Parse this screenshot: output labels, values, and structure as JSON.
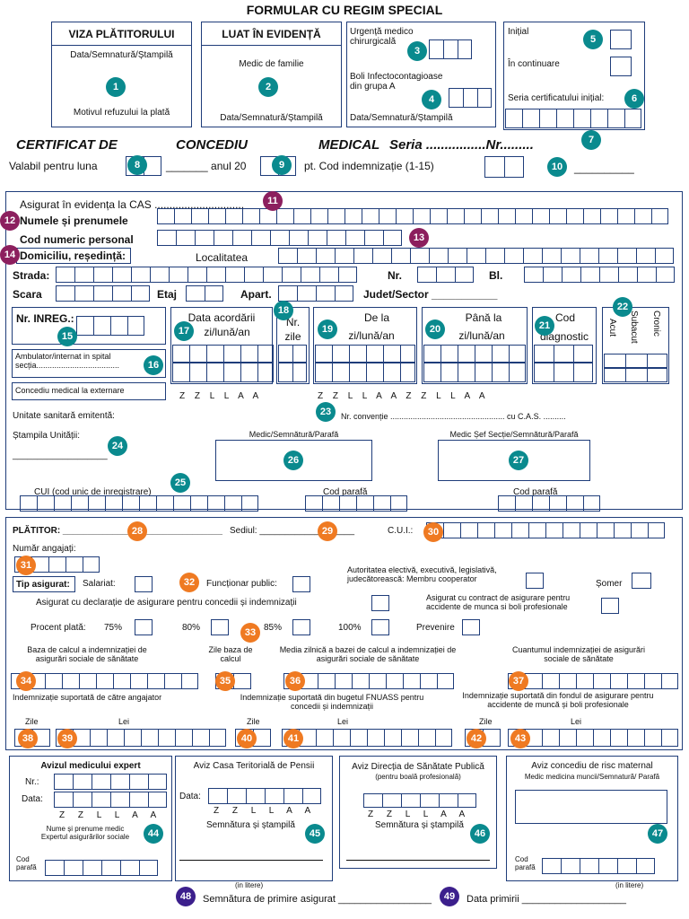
{
  "title": "FORMULAR CU REGIM SPECIAL",
  "top": {
    "viza_title": "VIZA PLĂTITORULUI",
    "viza_sig": "Data/Semnatură/Ștampilă",
    "viza_refuz": "Motivul refuzului la plată",
    "luat_title": "LUAT ÎN EVIDENȚĂ",
    "luat_medic": "Medic de familie",
    "luat_sig": "Data/Semnatură/Ștampilă",
    "urgenta": "Urgență medico chirurgicală",
    "boli": "Boli Infectocontagioase din grupa A",
    "urg_sig": "Data/Semnatură/Ștampilă",
    "initial": "Inițial",
    "continuare": "În continuare",
    "seria_init": "Seria certificatului inițial:"
  },
  "cert": {
    "w1": "CERTIFICAT DE",
    "w2": "CONCEDIU",
    "w3": "MEDICAL",
    "seria": "Seria ................Nr.........",
    "valabil": "Valabil pentru luna",
    "anul": "_______ anul 20",
    "cod_ind": "pt. Cod indemnizație (1-15)",
    "line10": "__________"
  },
  "asig": {
    "cas": "Asigurat  în evidența la CAS ..............................",
    "nume": "Numele și prenumele",
    "cnp": "Cod numeric personal",
    "domiciliu": "Domiciliu, reședință:",
    "localitatea": "Localitatea",
    "strada": "Strada:",
    "nr": "Nr.",
    "bl": "Bl.",
    "scara": "Scara",
    "etaj": "Etaj",
    "apart": "Apart.",
    "judet": "Judet/Sector ___________",
    "nr_inreg": "Nr. INREG.:",
    "data_acordarii": "Data acordării",
    "zi_luna_an": "zi/lună/an",
    "nr_zile_1": "Nr.",
    "nr_zile_2": "zile",
    "dela": "De la",
    "pana": "Până la",
    "cod_1": "Cod",
    "cod_2": "diagnostic",
    "acut": "Acut",
    "subacut": "Subacut",
    "cronic": "Cronic",
    "ambulator": "Ambulator/internat in spital secția.....................................",
    "externare": "Concediu medical la externare",
    "zzllaa": "Z  Z  L  L  A  A",
    "zzllaa2": "Z  Z  L  L  A  A  Z  Z  L  L  A  A",
    "unitate": "Unitate sanitară emitentă:",
    "conventie": "Nr. convenție ...................................................     cu C.A.S.  ..........",
    "stampila": "Ștampila Unității:",
    "stampila_line": "___________________",
    "medic_sig": "Medic/Semnătură/Parafă",
    "medic_sef": "Medic Șef Secție/Semnătură/Parafă",
    "cui": "CUI (cod unic de inregistrare)",
    "cod_parafa": "Cod parafă"
  },
  "plat": {
    "platitor": "PLĂTITOR: ________________________________",
    "sediul": "Sediul: ___________________",
    "cui": "C.U.I.:",
    "nr_angajati": "Număr angajați:",
    "tip": "Tip asigurat:",
    "salariat": "Salariat:",
    "functionar": "Funcționar public:",
    "autoritatea": "Autoritatea electivă, executivă, legislativă, judecătorească: Membru cooperator",
    "somer": "Șomer",
    "declaratie": "Asigurat cu declarație de asigurare pentru concedii și indemnizații",
    "contract": "Asigurat cu contract de asigurare pentru accidente de munca si boli profesionale",
    "procent": "Procent plată:",
    "p75": "75%",
    "p80": "80%",
    "p85": "85%",
    "p100": "100%",
    "prevenire": "Prevenire",
    "baza": "Baza de calcul a indemnizației de asigurări sociale de sănătate",
    "zile_baza": "Zile baza de calcul",
    "media": "Media zilnică a bazei de calcul a indemnizației de asigurări sociale de sănătate",
    "cuantum": "Cuantumul indemnizației de asigurări sociale de sănătate",
    "suport_ang": "Indemnizație suportată de către angajator",
    "suport_fnuass": "Indemnizație suportată din bugetul FNUASS pentru concedii și indemnizații",
    "suport_fond": "Indemnizație suportată din fondul de asigurare pentru accidente de muncă și boli profesionale",
    "zile": "Zile",
    "lei": "Lei"
  },
  "avize": {
    "expert": "Avizul medicului expert",
    "nr": "Nr.:",
    "data": "Data:",
    "nume_medic": "Nume și prenume medic Expertul asigurărilor sociale",
    "cod_parafa": "Cod parafă",
    "pensii": "Aviz Casa Teritorială de Pensii",
    "semn": "Semnătura și ștampilă",
    "litere": "(in litere)",
    "dsp": "Aviz Direcția de Sănătate Publică",
    "dsp_sub": "(pentru boală profesională)",
    "risc": "Aviz concediu de risc maternal",
    "risc_medic": "Medic medicina muncii/Semnatură/ Parafă",
    "semn_asig": "Semnătura de primire asigurat _________________",
    "data_primirii": "Data primirii  ___________________"
  }
}
